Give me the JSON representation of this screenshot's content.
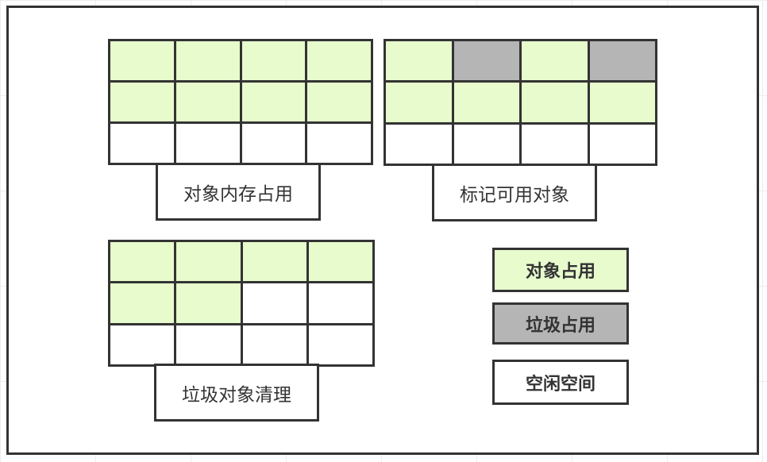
{
  "colors": {
    "used": "#e7fbcd",
    "garbage": "#b5b5b5",
    "free": "#ffffff",
    "border": "#333333"
  },
  "panels": [
    {
      "label": "对象内存占用",
      "rows": [
        [
          "used",
          "used",
          "used",
          "used"
        ],
        [
          "used",
          "used",
          "used",
          "used"
        ],
        [
          "free",
          "free",
          "free",
          "free"
        ]
      ]
    },
    {
      "label": "标记可用对象",
      "rows": [
        [
          "used",
          "garbage",
          "used",
          "garbage"
        ],
        [
          "used",
          "used",
          "used",
          "used"
        ],
        [
          "free",
          "free",
          "free",
          "free"
        ]
      ]
    },
    {
      "label": "垃圾对象清理",
      "rows": [
        [
          "used",
          "used",
          "used",
          "used"
        ],
        [
          "used",
          "used",
          "free",
          "free"
        ],
        [
          "free",
          "free",
          "free",
          "free"
        ]
      ]
    }
  ],
  "legend": {
    "used": "对象占用",
    "garbage": "垃圾占用",
    "free": "空闲空间"
  }
}
